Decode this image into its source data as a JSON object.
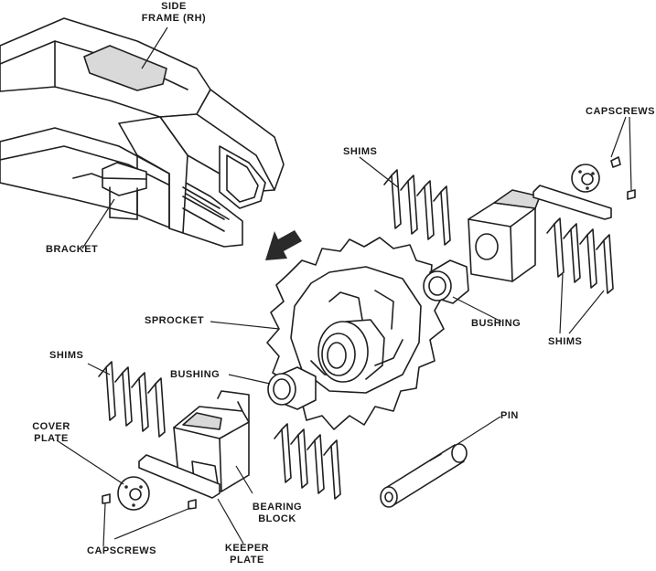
{
  "labels": {
    "side_frame_line1": "SIDE",
    "side_frame_line2": "FRAME (RH)",
    "capscrews_top": "CAPSCREWS",
    "shims_top": "SHIMS",
    "bracket": "BRACKET",
    "sprocket": "SPROCKET",
    "bushing_right": "BUSHING",
    "shims_right": "SHIMS",
    "shims_left": "SHIMS",
    "bushing_left": "BUSHING",
    "cover_plate_line1": "COVER",
    "cover_plate_line2": "PLATE",
    "pin": "PIN",
    "bearing_block_line1": "BEARING",
    "bearing_block_line2": "BLOCK",
    "capscrews_bottom": "CAPSCREWS",
    "keeper_plate_line1": "KEEPER",
    "keeper_plate_line2": "PLATE"
  }
}
